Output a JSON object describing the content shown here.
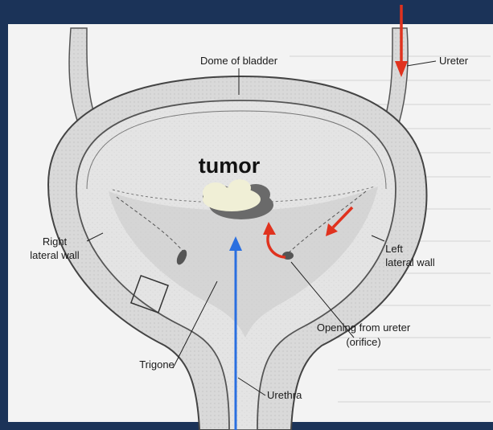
{
  "labels": {
    "dome": "Dome of bladder",
    "ureter": "Ureter",
    "tumor": "tumor",
    "right_wall_line1": "Right",
    "right_wall_line2": "lateral wall",
    "left_wall_line1": "Left",
    "left_wall_line2": "lateral wall",
    "opening_line1": "Opening from ureter",
    "opening_line2": "(orifice)",
    "trigone": "Trigone",
    "urethra": "Urethra"
  },
  "colors": {
    "background": "#1b3358",
    "flow_arrow_red": "#e0321e",
    "path_arrow_blue": "#2a6fe0"
  }
}
